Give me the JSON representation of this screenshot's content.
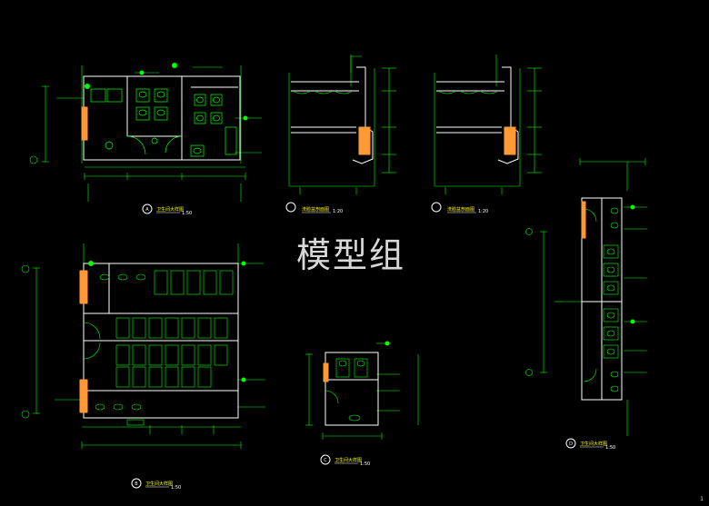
{
  "watermark": "模型组",
  "page_number": "1",
  "colors": {
    "background": "#000000",
    "wall": "#ffffff",
    "fixture": "#00ff00",
    "dimension": "#00ff00",
    "leader": "#00ff00",
    "annotation": "#ffff00",
    "fill": "#ff9933"
  },
  "views": {
    "A": {
      "badge": "A",
      "title": "卫生间大样图",
      "scale": "1:50"
    },
    "B": {
      "badge": "B",
      "title": "卫生间大样图",
      "scale": "1:50"
    },
    "C": {
      "badge": "C",
      "title": "卫生间大样图",
      "scale": "1:50"
    },
    "D": {
      "badge": "D",
      "title": "卫生间大样图",
      "scale": "1:50"
    },
    "S1": {
      "badge": "",
      "title": "洗脸盆剖面图",
      "scale": "1:20"
    },
    "S2": {
      "badge": "",
      "title": "洗脸盆剖面图",
      "scale": "1:20"
    }
  }
}
